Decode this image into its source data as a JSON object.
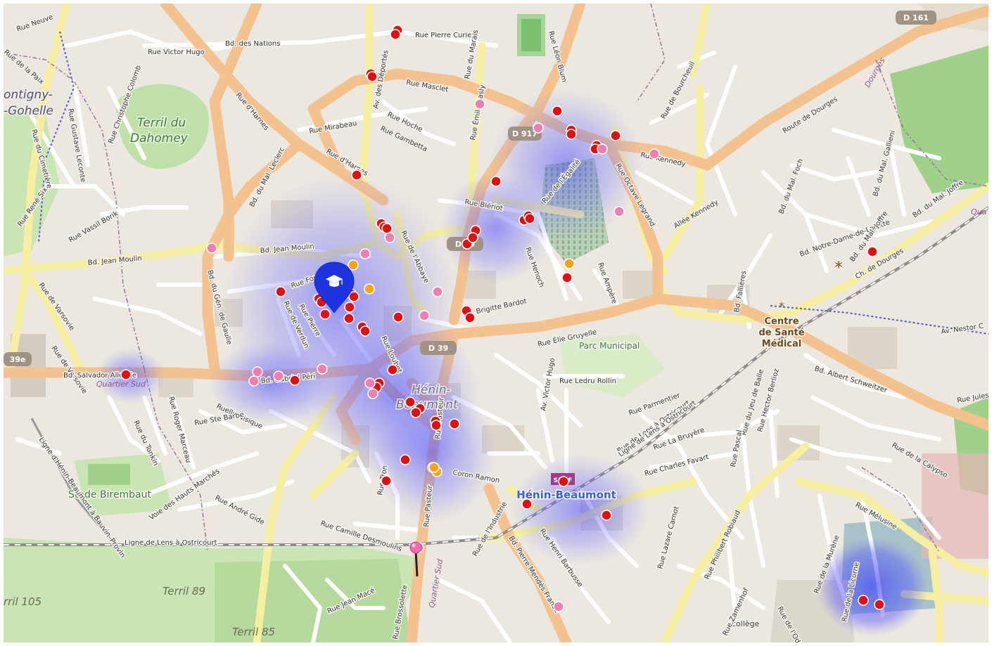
{
  "map": {
    "colors": {
      "land": "#ece8e0",
      "green": "#c9e5b3",
      "forest": "#9fd18b",
      "road_major": "#f4c28f",
      "road_secondary": "#f6efa2",
      "road_minor": "#ffffff",
      "heat": "#5a5aff",
      "marker_red": "#e01010",
      "marker_pink": "#ef7fb0",
      "marker_orange": "#f7a31c",
      "pin_blue": "#1f33e0"
    },
    "area_labels": [
      {
        "text": "Terril du",
        "kind": "green"
      },
      {
        "text": "Dahomey",
        "kind": "green"
      },
      {
        "text": "Hénin-",
        "kind": "town"
      },
      {
        "text": "Beaumont",
        "kind": "town"
      },
      {
        "text": "Parc Municipal",
        "kind": "park"
      },
      {
        "text": "Stade Birembaut",
        "kind": "park"
      },
      {
        "text": "Quartier Sud",
        "kind": "district"
      },
      {
        "text": "Quartier Sud",
        "kind": "district"
      },
      {
        "text": "Dourges",
        "kind": "district"
      },
      {
        "text": "Qua",
        "kind": "district"
      },
      {
        "text": "ontigny-",
        "kind": "town"
      },
      {
        "text": "-Gohelle",
        "kind": "town"
      },
      {
        "text": "Terril 89",
        "kind": "relief"
      },
      {
        "text": "Terril 85",
        "kind": "relief"
      },
      {
        "text": "rril 105",
        "kind": "relief"
      },
      {
        "text": "collège",
        "kind": "poi"
      }
    ],
    "poi_labels": {
      "health_1": "Centre",
      "health_2": "de Santé",
      "health_3": "Médical",
      "station": "Hénin-Beaumont",
      "station_sign": "SNCF"
    },
    "road_shields": [
      "D 161",
      "D 917",
      "D 39",
      "D 39",
      "39e"
    ],
    "street_labels": [
      "Rue Neuve",
      "Rue Victor Hugo",
      "Bd. des Nations",
      "Rue Pierre Curie",
      "Rue d'Harnes",
      "Av. des Déportés",
      "Rue Masclet",
      "Rue du Marais",
      "Rue Léon Blum",
      "Rue Christophe Colomb",
      "Rue Gustave Leconte",
      "Rue du Cimetière",
      "Rue Mirabeau",
      "Rue Hoche",
      "Rue Gambetta",
      "Rue Émile Basly",
      "Rue d'Harnes",
      "Bd. du Mal. Leclerc",
      "Rue de Bourcheuil",
      "Route de Dourges",
      "Bd. du Mal. Foch",
      "Bd. du Mal. Gallieni",
      "Rue Kennedy",
      "Rue Octave Legrand",
      "Rue de l'Égalité",
      "Allée Kennedy",
      "Rue Blériot",
      "Bd. du Mal. Joffre",
      "Bd. Notre-Dame-de-Lorette",
      "Bd. du Mal. Joffre",
      "Ch. de Dourges",
      "Rue René Six",
      "Rue Vassil Borik",
      "Bd. Jean Moulin",
      "Bd. Jean Moulin",
      "Rue de Varsovie",
      "Rue de Varsovie",
      "Bd. du Gén. de Gaulle",
      "Rue de Verdun",
      "Rue de l'Abbaye",
      "Rue Henoch",
      "Rue Ampère",
      "Av. Brigitte Bardot",
      "Rue Élie Gruyelle",
      "Bd. Fallières",
      "Av. Nestor C",
      "Bd. Salvador Allende",
      "Bd. Gabriel Péri",
      "Ruelle Nisique",
      "Rue Roger Marceau",
      "Rue Ste Barbe",
      "Rue du Tonkin",
      "Rue Ledru Rollin",
      "Av. Victor Hugo",
      "Rue Parmentier",
      "Rue de Lens à Ostricourt",
      "Rue La Bruyère",
      "Rue Charles Favart",
      "Rue du Jeu de Balle",
      "Rue Hector Berlioz",
      "Bd. Albert Schweitzer",
      "Rue Jules Ve",
      "Rue de la Calypso",
      "Rue Pascal",
      "Rue Lazare Carnot",
      "Rue Henri Barbusse",
      "Rue Pasteur",
      "Rue Pasteur",
      "Coron Ramon",
      "Rue de l'Industrie",
      "Rue Camille Desmoulins",
      "Ligne de Lens à Ostricourt",
      "Ligne de Lens à Ostricourt",
      "Voie des Hauts Marchés",
      "Rue André Gide",
      "Ligne d'Hénin-Beaumont à Bauvin–Provin",
      "Rue Jean Macé",
      "Rue Brossolette",
      "Bd. Pierre Mendès France",
      "Rue Philibert Robiaud",
      "Rue Zamenhof",
      "Rue de l'Odyssée",
      "Rue Mélusine",
      "Rue de la Murène",
      "Rue de la Licorne",
      "Rue Loubet",
      "Rue Fouquet",
      "Rue Pierre",
      "Rue Tron",
      "Rue de la Paix"
    ],
    "markers": {
      "red": 56,
      "pink": 18,
      "orange": 6
    },
    "pin_icon": "graduation-cap-icon",
    "drop_pin_icon": "map-pin-icon"
  }
}
